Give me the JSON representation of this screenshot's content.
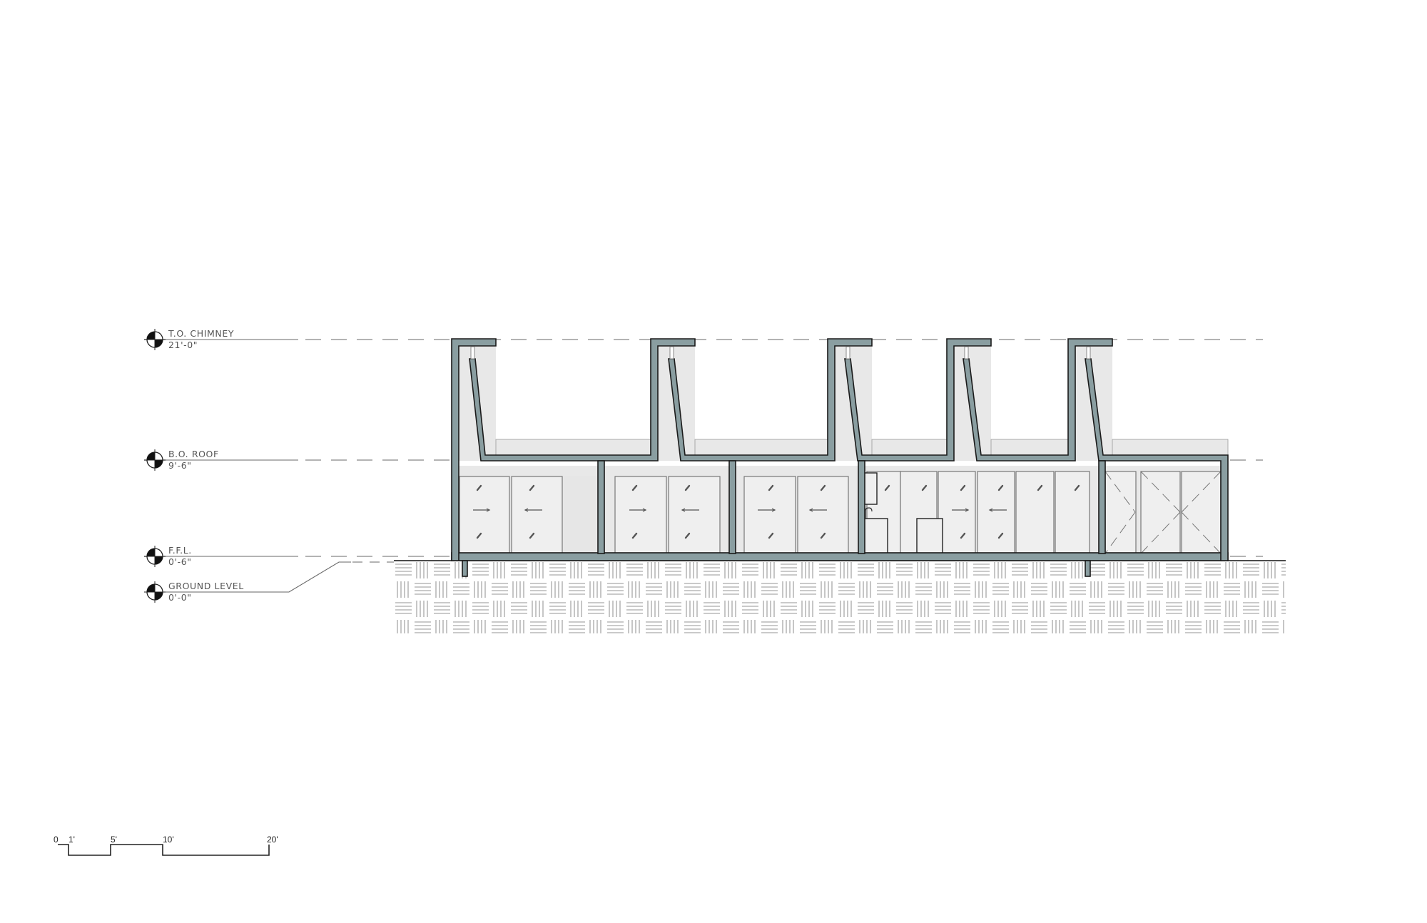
{
  "drawing": {
    "type": "building-section",
    "colors": {
      "wall_fill": "#8a9ea1",
      "wall_stroke": "#1a1a1a",
      "interior_fill": "#e6e6e6",
      "glass_fill": "#efefef",
      "hatch_line": "#b5b5b5",
      "level_line": "#9a9a9a",
      "text": "#555555"
    }
  },
  "levels": [
    {
      "name": "T.O. CHIMNEY",
      "elevation": "21'-0\""
    },
    {
      "name": "B.O. ROOF",
      "elevation": "9'-6\""
    },
    {
      "name": "F.F.L.",
      "elevation": "0'-6\""
    },
    {
      "name": "GROUND LEVEL",
      "elevation": "0'-0\""
    }
  ],
  "scale_bar": {
    "labels": [
      "0",
      "1'",
      "5'",
      "10'",
      "20'"
    ]
  },
  "building": {
    "chimney_count": 5,
    "rooms": [
      {
        "id": "room-1",
        "openings": "sliding-door-pair"
      },
      {
        "id": "room-2",
        "openings": "sliding-door-pair"
      },
      {
        "id": "room-3",
        "openings": "sliding-door-pair"
      },
      {
        "id": "room-4",
        "openings": "kitchen-glazing-with-sliding-pair"
      },
      {
        "id": "room-5",
        "openings": "fixed-glazing-x"
      }
    ]
  }
}
